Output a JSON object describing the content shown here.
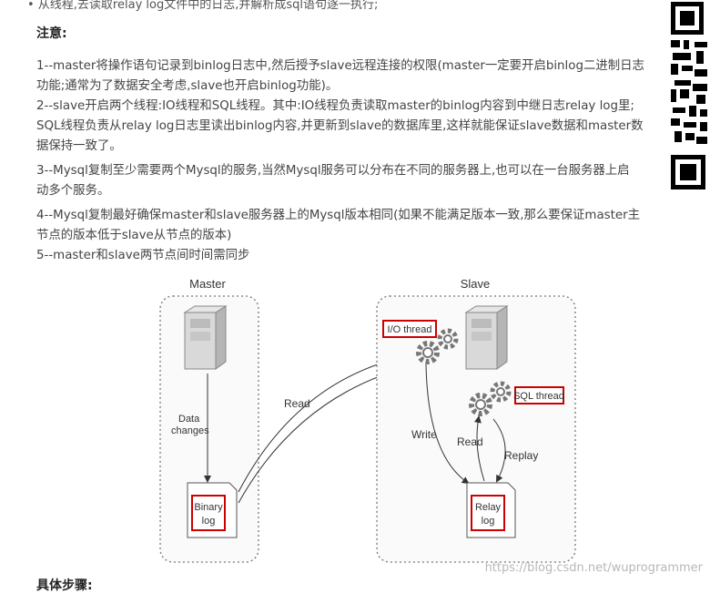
{
  "top_fragment": "• 从线程,去读取relay log文件中的日志,并解析成sql语句逐一执行;",
  "heading": "注意:",
  "notes": [
    {
      "lines": [
        "1--master将操作语句记录到binlog日志中,然后授予slave远程连接的权限(master一定要开启binlog二进制日志",
        "功能;通常为了数据安全考虑,slave也开启binlog功能)。"
      ]
    },
    {
      "lines": [
        "2--slave开启两个线程:IO线程和SQL线程。其中:IO线程负责读取master的binlog内容到中继日志relay log里;",
        "SQL线程负责从relay log日志里读出binlog内容,并更新到slave的数据库里,这样就能保证slave数据和master数",
        "据保持一致了。"
      ]
    },
    {
      "lines": [
        "3--Mysql复制至少需要两个Mysql的服务,当然Mysql服务可以分布在不同的服务器上,也可以在一台服务器上启",
        "动多个服务。"
      ]
    },
    {
      "lines": [
        "4--Mysql复制最好确保master和slave服务器上的Mysql版本相同(如果不能满足版本一致,那么要保证master主",
        "节点的版本低于slave从节点的版本)"
      ]
    },
    {
      "lines": [
        "5--master和slave两节点间时间需同步"
      ]
    }
  ],
  "diagram": {
    "master_label": "Master",
    "slave_label": "Slave",
    "data_changes_1": "Data",
    "data_changes_2": "changes",
    "binary_log_1": "Binary",
    "binary_log_2": "log",
    "read_label": "Read",
    "io_thread": "I/O thread",
    "write_label": "Write",
    "sql_thread": "SQL thread",
    "read2_label": "Read",
    "replay_label": "Replay",
    "relay_log_1": "Relay",
    "relay_log_2": "log",
    "highlight_color": "#cc0000"
  },
  "bottom_heading_fragment": "具体步骤:",
  "watermark": "https://blog.csdn.net/wuprogrammer"
}
